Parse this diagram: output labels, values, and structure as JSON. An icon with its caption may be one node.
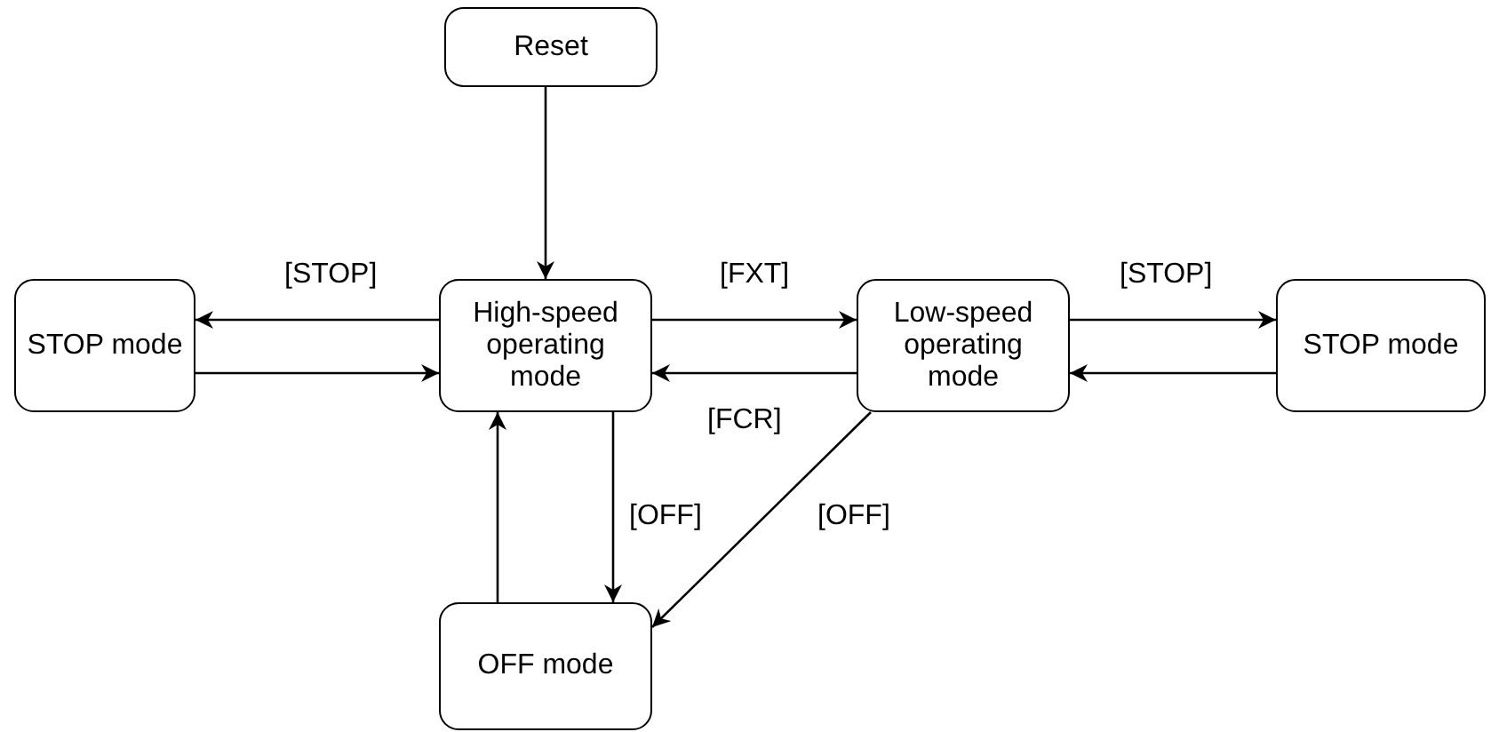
{
  "diagram": {
    "nodes": [
      {
        "text": [
          "Reset"
        ]
      },
      {
        "text": [
          "STOP mode"
        ]
      },
      {
        "text": [
          "High-speed operating mode"
        ]
      },
      {
        "text": [
          "Low-speed operating mode"
        ]
      },
      {
        "text": [
          "STOP mode"
        ]
      },
      {
        "text": [
          "OFF mode"
        ]
      }
    ],
    "edges": [
      {
        "from": 0,
        "to": 2,
        "arrow": "to"
      },
      {
        "from": 2,
        "to": 1,
        "arrow": "to",
        "label": "[STOP]"
      },
      {
        "from": 1,
        "to": 2,
        "arrow": "to"
      },
      {
        "from": 2,
        "to": 3,
        "arrow": "to",
        "label": "[FXT]"
      },
      {
        "from": 3,
        "to": 2,
        "arrow": "to",
        "label": "[FCR]"
      },
      {
        "from": 3,
        "to": 4,
        "arrow": "to",
        "label": "[STOP]"
      },
      {
        "from": 4,
        "to": 3,
        "arrow": "to"
      },
      {
        "from": 2,
        "to": 5,
        "arrow": "to",
        "label": "[OFF]"
      },
      {
        "from": 3,
        "to": 5,
        "arrow": "to",
        "label": "[OFF]"
      },
      {
        "from": 5,
        "to": 2,
        "arrow": "to"
      }
    ]
  }
}
